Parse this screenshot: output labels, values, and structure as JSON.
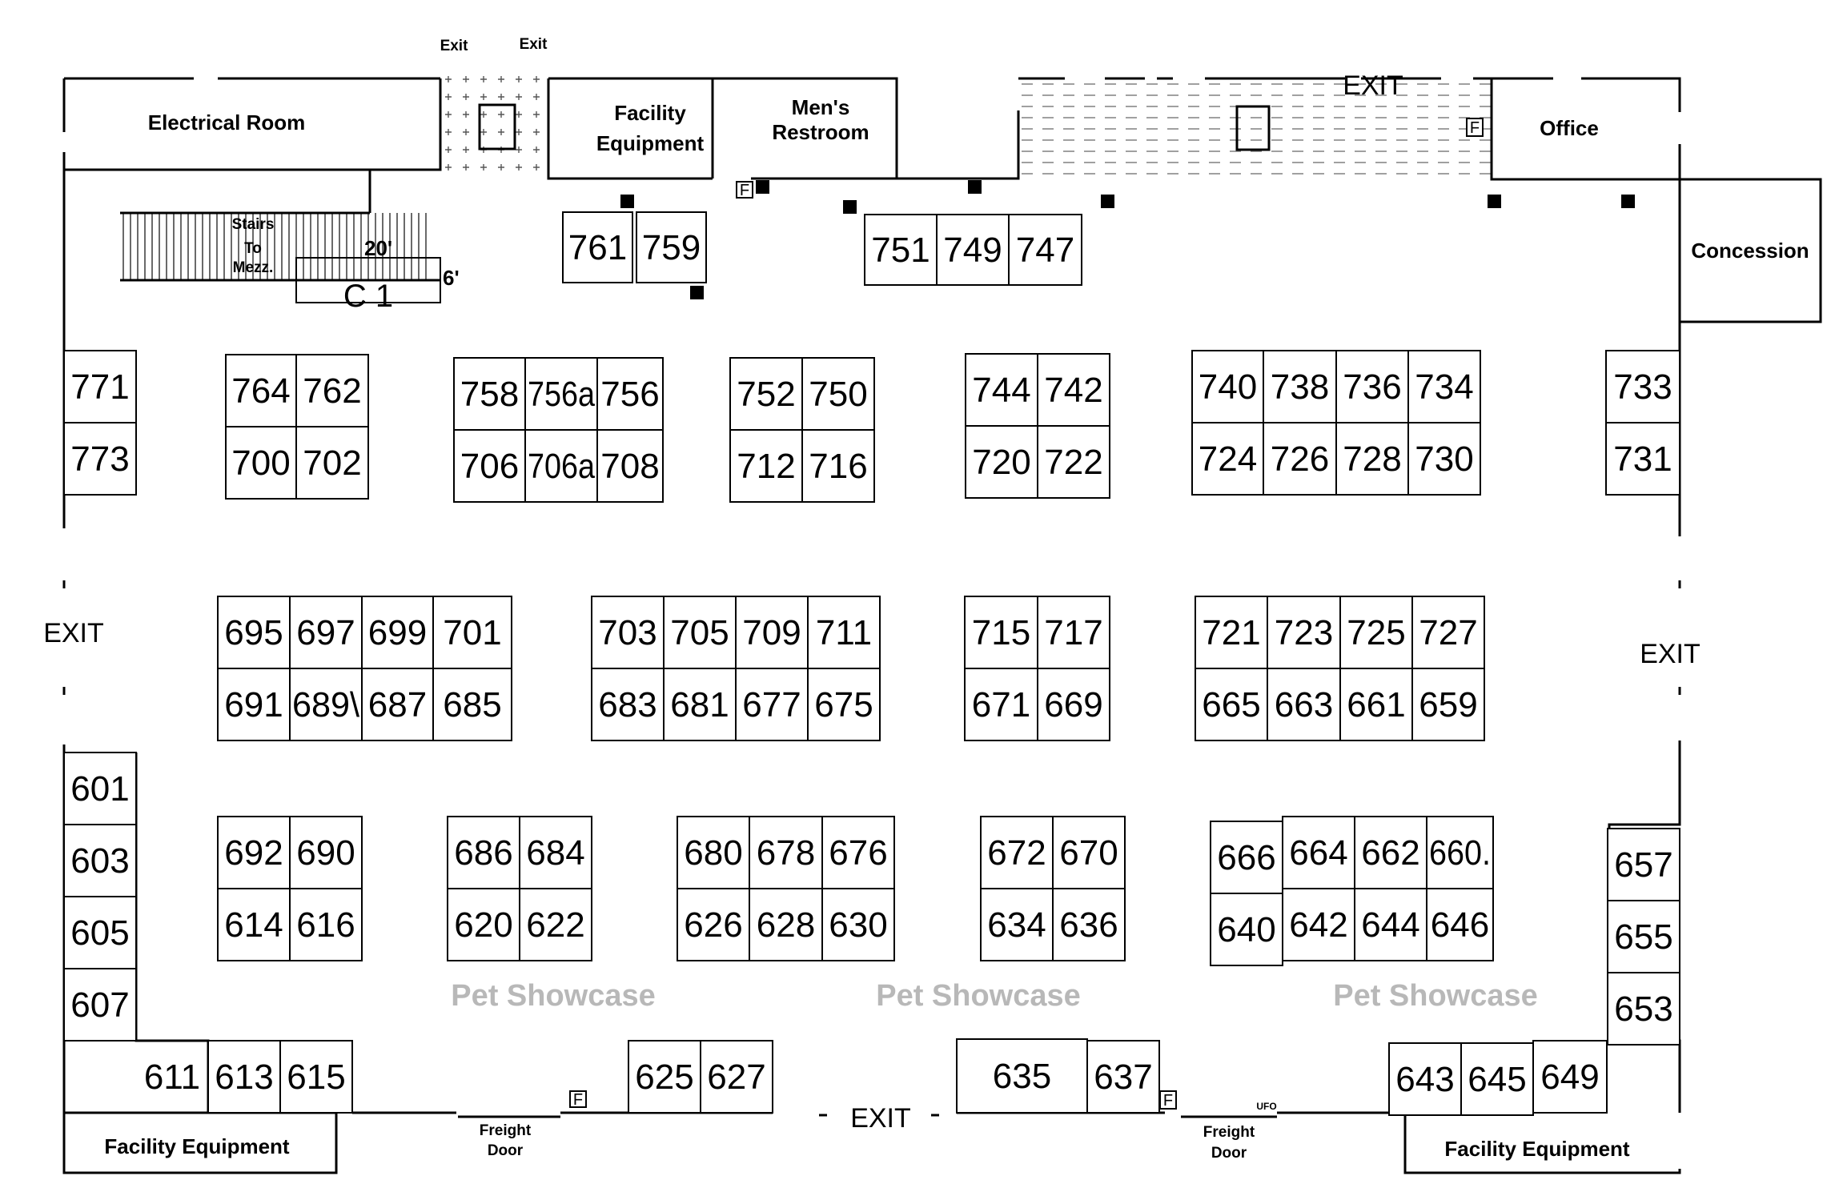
{
  "booths": [
    "761",
    "759",
    "751",
    "749",
    "747",
    "771",
    "773",
    "764",
    "762",
    "700",
    "702",
    "758",
    "756a",
    "756",
    "706",
    "706a",
    "708",
    "752",
    "750",
    "712",
    "716",
    "744",
    "742",
    "720",
    "722",
    "740",
    "738",
    "736",
    "734",
    "724",
    "726",
    "728",
    "730",
    "733",
    "731",
    "695",
    "697",
    "699",
    "701",
    "691",
    "689\\",
    "687",
    "685",
    "703",
    "705",
    "709",
    "711",
    "683",
    "681",
    "677",
    "675",
    "715",
    "717",
    "671",
    "669",
    "721",
    "723",
    "725",
    "727",
    "665",
    "663",
    "661",
    "659",
    "601",
    "603",
    "605",
    "607",
    "692",
    "690",
    "614",
    "616",
    "686",
    "684",
    "620",
    "622",
    "680",
    "678",
    "676",
    "626",
    "628",
    "630",
    "672",
    "670",
    "634",
    "636",
    "666",
    "664",
    "662",
    "660.",
    "640",
    "642",
    "644",
    "646",
    "657",
    "655",
    "653",
    "611",
    "613",
    "615",
    "625",
    "627",
    "635",
    "637",
    "643",
    "645",
    "649"
  ],
  "rooms": {
    "electrical": "Electrical Room",
    "facility_top_1": "Facility",
    "facility_top_2": "Equipment",
    "mens_1": "Men's",
    "mens_2": "Restroom",
    "office": "Office",
    "concession": "Concession",
    "stairs_1": "Stairs",
    "stairs_2": "To",
    "stairs_3": "Mezz.",
    "facility_bl": "Facility  Equipment",
    "facility_br": "Facility  Equipment",
    "freight_1": "Freight",
    "freight_2": "Door",
    "c1": "C 1"
  },
  "dims": {
    "width": "20'",
    "depth": "6'"
  },
  "exits": {
    "top_a": "Exit",
    "top_b": "Exit",
    "top_main": "EXIT",
    "left": "EXIT",
    "right": "EXIT",
    "bottom": "EXIT"
  },
  "markers": {
    "f": "F",
    "ufo": "UFO"
  },
  "showcase": [
    "Pet Showcase",
    "Pet Showcase",
    "Pet Showcase"
  ]
}
